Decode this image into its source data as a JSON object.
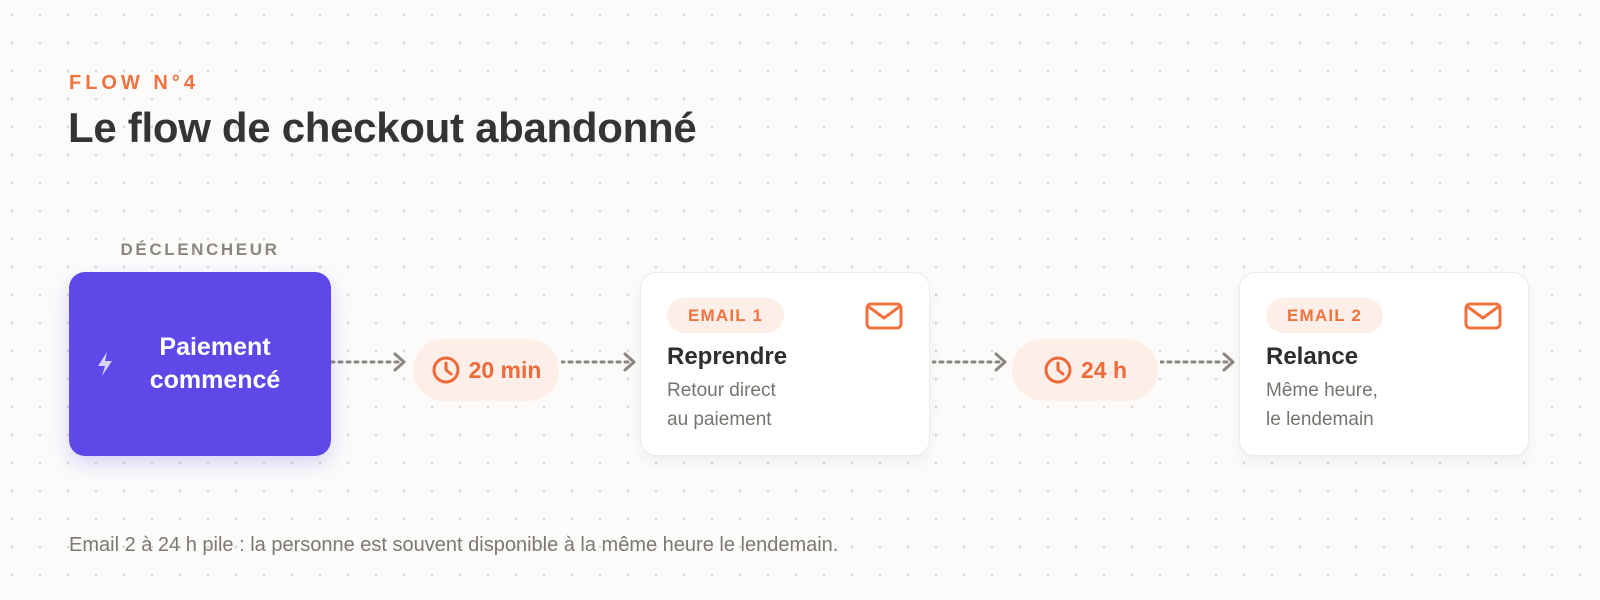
{
  "header": {
    "eyebrow": "FLOW N°4",
    "title": "Le flow de checkout abandonné"
  },
  "trigger": {
    "label": "DÉCLENCHEUR",
    "line1": "Paiement",
    "line2": "commencé",
    "icon": "lightning-icon"
  },
  "waits": [
    {
      "text": "20 min",
      "icon": "clock-icon"
    },
    {
      "text": "24 h",
      "icon": "clock-icon"
    }
  ],
  "emails": [
    {
      "badge": "EMAIL 1",
      "title": "Reprendre",
      "desc_line1": "Retour direct",
      "desc_line2": "au paiement",
      "icon": "mail-icon"
    },
    {
      "badge": "EMAIL 2",
      "title": "Relance",
      "desc_line1": "Même heure,",
      "desc_line2": "le lendemain",
      "icon": "mail-icon"
    }
  ],
  "footer": {
    "note": "Email 2 à 24 h pile : la personne est souvent disponible à la même heure le lendemain."
  },
  "colors": {
    "accent": "#f0733f",
    "trigger": "#5c49e8",
    "wait_bg": "#fdeee7",
    "connector": "#8a8782"
  }
}
